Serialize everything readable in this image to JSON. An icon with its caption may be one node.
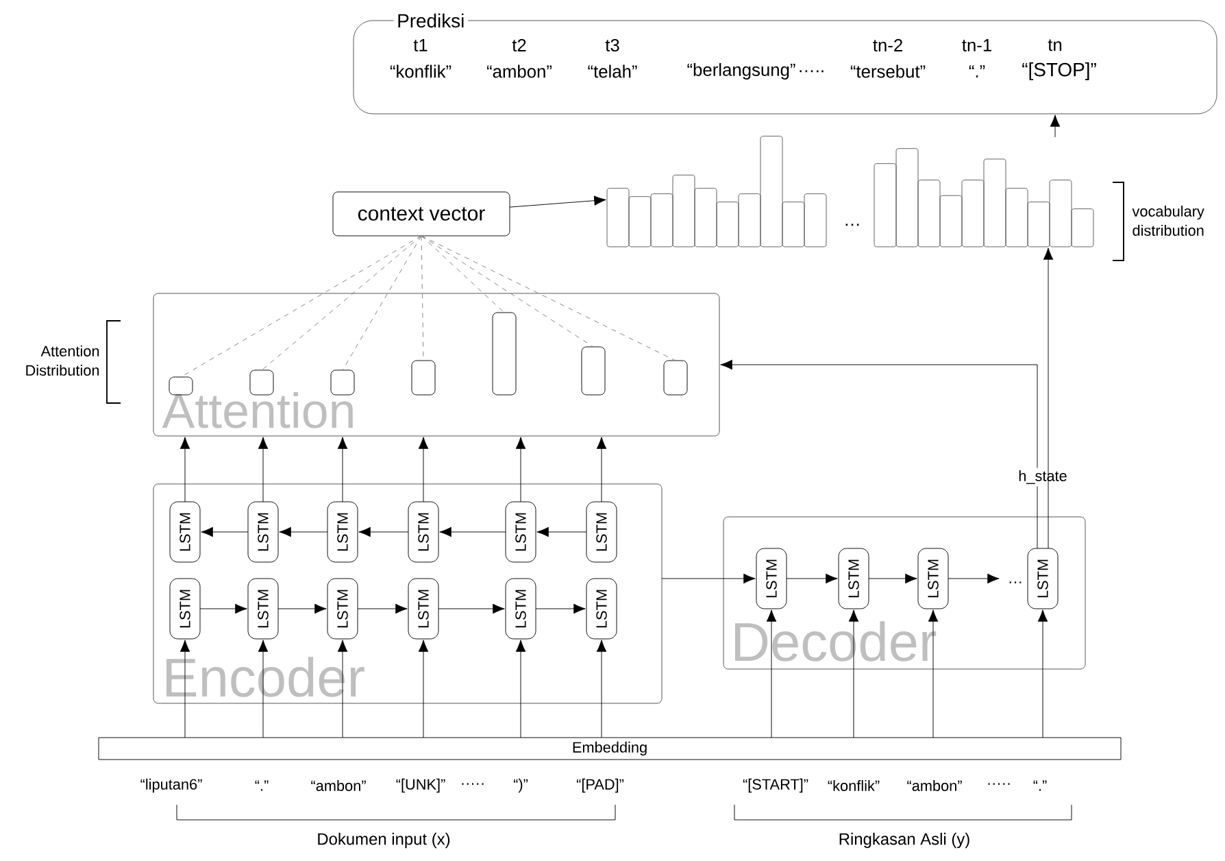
{
  "diagram": {
    "nodes": [
      {
        "text": [
          "Prediksi"
        ]
      },
      {
        "text": [
          "context vector"
        ]
      },
      {
        "text": [],
        "shape": "bar"
      },
      {
        "text": [],
        "shape": "bar"
      },
      {
        "text": [
          "Attention"
        ]
      },
      {
        "text": [],
        "shape": "bar",
        "in": 4
      },
      {
        "text": [],
        "shape": "bar",
        "in": 4
      },
      {
        "text": [],
        "shape": "bar",
        "in": 4
      },
      {
        "text": [],
        "shape": "bar",
        "in": 4
      },
      {
        "text": [],
        "shape": "bar",
        "in": 4
      },
      {
        "text": [],
        "shape": "bar",
        "in": 4
      },
      {
        "text": [],
        "shape": "bar",
        "in": 4
      },
      {
        "text": [
          "Encoder"
        ]
      },
      {
        "text": [
          "LSTM"
        ],
        "in": 12
      },
      {
        "text": [
          "LSTM"
        ],
        "in": 12
      },
      {
        "text": [
          "LSTM"
        ],
        "in": 12
      },
      {
        "text": [
          "LSTM"
        ],
        "in": 12
      },
      {
        "text": [
          "LSTM"
        ],
        "in": 12
      },
      {
        "text": [
          "LSTM"
        ],
        "in": 12
      },
      {
        "text": [
          "LSTM"
        ],
        "in": 12
      },
      {
        "text": [
          "LSTM"
        ],
        "in": 12
      },
      {
        "text": [
          "LSTM"
        ],
        "in": 12
      },
      {
        "text": [
          "LSTM"
        ],
        "in": 12
      },
      {
        "text": [
          "LSTM"
        ],
        "in": 12
      },
      {
        "text": [
          "LSTM"
        ],
        "in": 12
      },
      {
        "text": [
          "Decoder"
        ]
      },
      {
        "text": [
          "LSTM"
        ],
        "in": 25
      },
      {
        "text": [
          "LSTM"
        ],
        "in": 25
      },
      {
        "text": [
          "LSTM"
        ],
        "in": 25
      },
      {
        "text": [
          "LSTM"
        ],
        "in": 25
      },
      {
        "text": [
          "Embedding"
        ]
      }
    ],
    "edges": [
      {
        "from": 1,
        "to": 2,
        "arrow": "to"
      },
      {
        "from": 1,
        "to": 5,
        "arrow": "none",
        "style": "dashed",
        "color": "#808080"
      },
      {
        "from": 1,
        "to": 6,
        "arrow": "none",
        "style": "dashed",
        "color": "#808080"
      },
      {
        "from": 1,
        "to": 7,
        "arrow": "none",
        "style": "dashed",
        "color": "#808080"
      },
      {
        "from": 1,
        "to": 8,
        "arrow": "none",
        "style": "dashed",
        "color": "#808080"
      },
      {
        "from": 1,
        "to": 9,
        "arrow": "none",
        "style": "dashed",
        "color": "#808080"
      },
      {
        "from": 1,
        "to": 10,
        "arrow": "none",
        "style": "dashed",
        "color": "#808080"
      },
      {
        "from": 1,
        "to": 11,
        "arrow": "none",
        "style": "dashed",
        "color": "#808080"
      },
      {
        "from": 13,
        "to": 4,
        "arrow": "to"
      },
      {
        "from": 14,
        "to": 4,
        "arrow": "to"
      },
      {
        "from": 15,
        "to": 4,
        "arrow": "to"
      },
      {
        "from": 16,
        "to": 4,
        "arrow": "to"
      },
      {
        "from": 17,
        "to": 4,
        "arrow": "to"
      },
      {
        "from": 18,
        "to": 4,
        "arrow": "to"
      },
      {
        "from": 18,
        "to": 17,
        "arrow": "to"
      },
      {
        "from": 17,
        "to": 16,
        "arrow": "to"
      },
      {
        "from": 16,
        "to": 15,
        "arrow": "to"
      },
      {
        "from": 15,
        "to": 14,
        "arrow": "to"
      },
      {
        "from": 14,
        "to": 13,
        "arrow": "to"
      },
      {
        "from": 19,
        "to": 20,
        "arrow": "to"
      },
      {
        "from": 20,
        "to": 21,
        "arrow": "to"
      },
      {
        "from": 21,
        "to": 22,
        "arrow": "to"
      },
      {
        "from": 22,
        "to": 23,
        "arrow": "to"
      },
      {
        "from": 23,
        "to": 24,
        "arrow": "to"
      },
      {
        "from": 30,
        "to": 19,
        "arrow": "to"
      },
      {
        "from": 30,
        "to": 20,
        "arrow": "to"
      },
      {
        "from": 30,
        "to": 21,
        "arrow": "to"
      },
      {
        "from": 30,
        "to": 22,
        "arrow": "to"
      },
      {
        "from": 30,
        "to": 23,
        "arrow": "to"
      },
      {
        "from": 30,
        "to": 24,
        "arrow": "to"
      },
      {
        "from": 30,
        "to": 26,
        "arrow": "to"
      },
      {
        "from": 30,
        "to": 27,
        "arrow": "to"
      },
      {
        "from": 30,
        "to": 28,
        "arrow": "to"
      },
      {
        "from": 30,
        "to": 29,
        "arrow": "to"
      },
      {
        "from": 12,
        "to": 26,
        "arrow": "to"
      },
      {
        "from": 26,
        "to": 27,
        "arrow": "to"
      },
      {
        "from": 27,
        "to": 28,
        "arrow": "to"
      },
      {
        "from": 28,
        "to": 29,
        "arrow": "to"
      },
      {
        "from": 29,
        "to": 4,
        "arrow": "to",
        "label": "h_state"
      },
      {
        "from": 29,
        "to": 3,
        "arrow": "to"
      },
      {
        "from": 3,
        "to": 0,
        "arrow": "to"
      }
    ],
    "labels": [
      "t1",
      "t2",
      "t3",
      "tn-2",
      "tn-1",
      "tn",
      "“konflik”",
      "“ambon”",
      "“telah”",
      "“berlangsung”",
      "…..",
      "“tersebut”",
      "“.”",
      "“[STOP]”",
      "…",
      "vocabulary distribution",
      "Attention Distribution",
      "···",
      "“liputan6”",
      "“.”",
      "“ambon”",
      "“[UNK]”",
      "·····",
      "“)”",
      "“[PAD]”",
      "“[START]”",
      "“konflik”",
      "“ambon”",
      "·····",
      "“.”",
      "Dokumen input (x)",
      "Ringkasan Asli (y)"
    ]
  }
}
